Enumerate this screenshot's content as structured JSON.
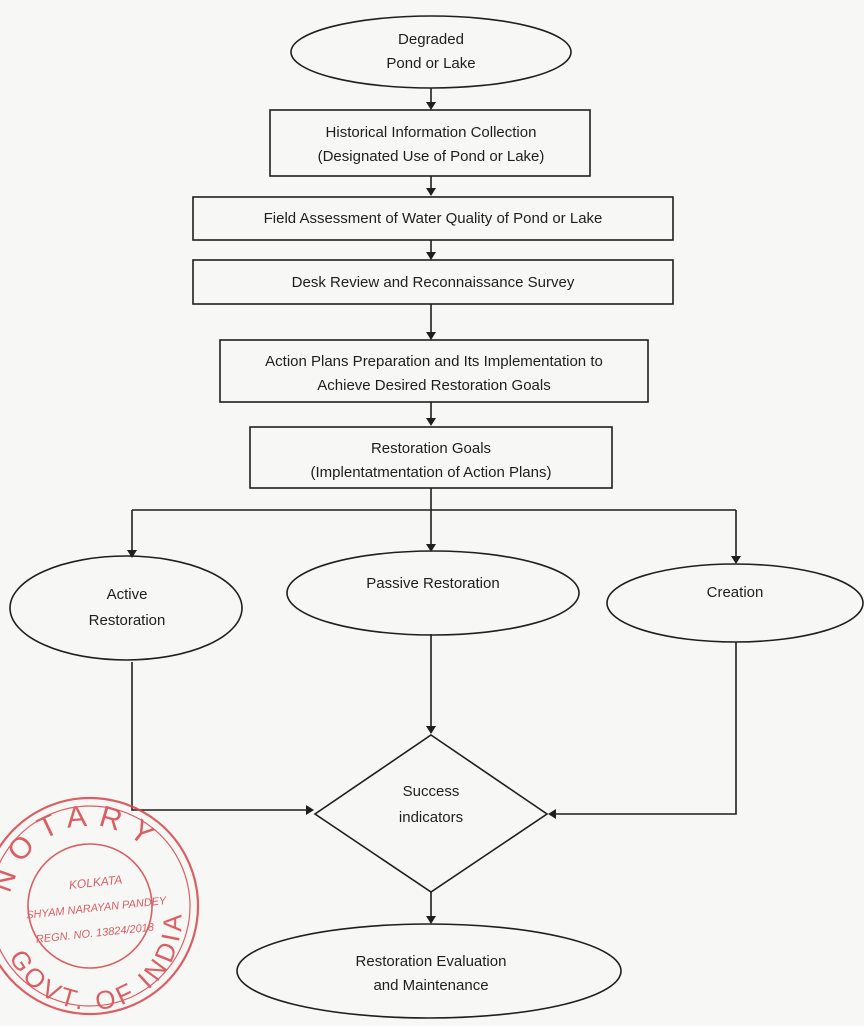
{
  "nodes": {
    "degraded": [
      "Degraded",
      "Pond or Lake"
    ],
    "historical": [
      "Historical Information Collection",
      "(Designated Use of Pond or Lake)"
    ],
    "field": [
      "Field Assessment of Water Quality of Pond or Lake"
    ],
    "desk": [
      "Desk Review and Reconnaissance Survey"
    ],
    "action": [
      "Action Plans Preparation and Its Implementation to",
      "Achieve Desired Restoration Goals"
    ],
    "goals": [
      "Restoration Goals",
      "(Implentatmentation of Action Plans)"
    ],
    "active": [
      "Active",
      "Restoration"
    ],
    "passive": [
      "Passive Restoration"
    ],
    "creation": [
      "Creation"
    ],
    "success": [
      "Success",
      "indicators"
    ],
    "evaluation": [
      "Restoration Evaluation",
      "and Maintenance"
    ]
  },
  "stamp": {
    "ring_top": "NOTARY",
    "ring_bottom": "GOVT. OF INDIA",
    "city": "KOLKATA",
    "name": "SHYAM NARAYAN PANDEY",
    "regn": "REGN. NO. 13824/2018"
  },
  "colors": {
    "stroke": "#1f1f1f",
    "text": "#1e1e1e",
    "stamp": "#d6454a",
    "background": "#f7f7f5"
  }
}
